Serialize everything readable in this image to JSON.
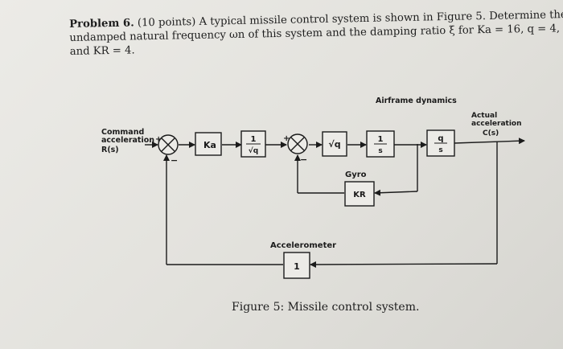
{
  "problem": {
    "heading": "Problem 6.",
    "line1": "(10 points) A typical missile control system is shown in Figure 5. Determine the",
    "line2": "undamped natural frequency ωn of this system and the damping ratio ξ for Ka = 16, q = 4,",
    "line3": "and KR = 4."
  },
  "diagram": {
    "input_label_1": "Command",
    "input_label_2": "acceleration",
    "input_label_3": "R(s)",
    "output_label_1": "Actual",
    "output_label_2": "acceleration",
    "output_label_3": "C(s)",
    "airframe_label": "Airframe dynamics",
    "gyro_label": "Gyro",
    "accelerometer_label": "Accelerometer",
    "block_ka": "Ka",
    "block_sqrtq": "√q",
    "block_gyro": "KR",
    "block_accel": "1",
    "frac_1_num": "1",
    "frac_1_den": "√q",
    "frac_2_num": "1",
    "frac_2_den": "s",
    "frac_3_num": "q",
    "frac_3_den": "s",
    "sign_plus_1": "+",
    "sign_minus_1": "−",
    "sign_plus_2": "+",
    "sign_minus_2": "−"
  },
  "caption": "Figure 5: Missile control system."
}
